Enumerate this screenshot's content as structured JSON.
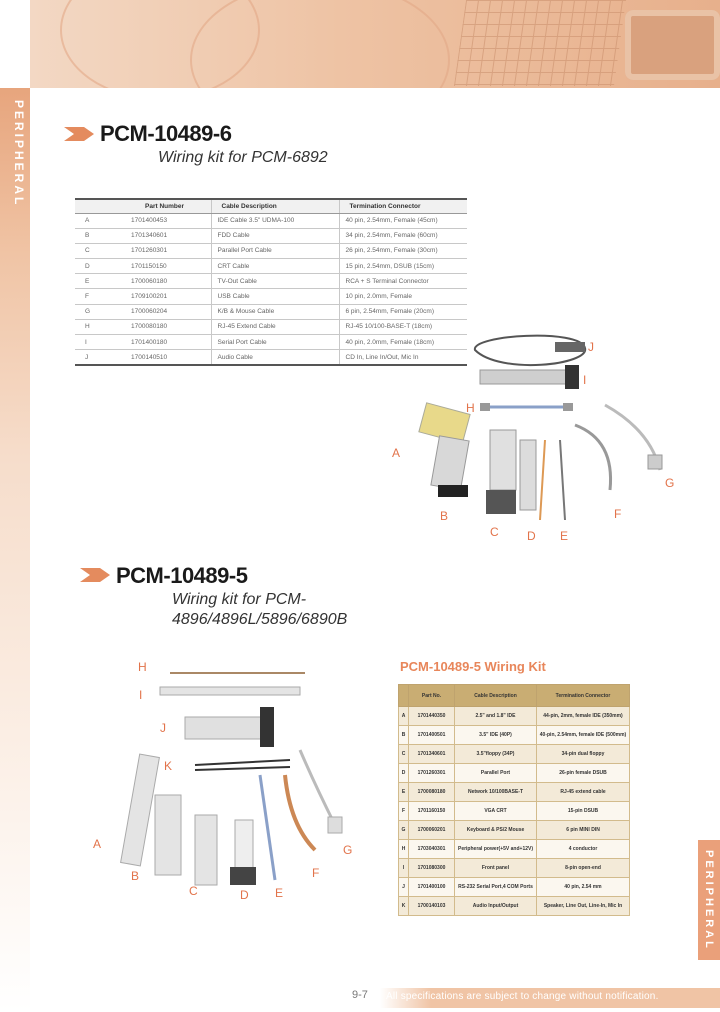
{
  "side_label": "PERIPHERAL",
  "section1": {
    "model": "PCM-10489-6",
    "subtitle": "Wiring kit for PCM-6892",
    "table_headers": [
      "Part Number",
      "Cable Description",
      "Termination Connector"
    ],
    "rows": [
      {
        "letter": "A",
        "part": "1701400453",
        "desc": "IDE Cable 3.5\" UDMA-100",
        "term": "40 pin, 2.54mm, Female (45cm)"
      },
      {
        "letter": "B",
        "part": "1701340601",
        "desc": "FDD Cable",
        "term": "34 pin, 2.54mm, Female (60cm)"
      },
      {
        "letter": "C",
        "part": "1701260301",
        "desc": "Parallel Port Cable",
        "term": "26 pin, 2.54mm, Female (30cm)"
      },
      {
        "letter": "D",
        "part": "1701150150",
        "desc": "CRT Cable",
        "term": "15 pin, 2.54mm, DSUB (15cm)"
      },
      {
        "letter": "E",
        "part": "1700060180",
        "desc": "TV-Out Cable",
        "term": "RCA + S Terminal Connector"
      },
      {
        "letter": "F",
        "part": "1709100201",
        "desc": "USB Cable",
        "term": "10 pin, 2.0mm, Female"
      },
      {
        "letter": "G",
        "part": "1700060204",
        "desc": "K/B & Mouse Cable",
        "term": "6 pin, 2.54mm, Female (20cm)"
      },
      {
        "letter": "H",
        "part": "1700080180",
        "desc": "RJ-45 Extend Cable",
        "term": "RJ-45 10/100-BASE-T (18cm)"
      },
      {
        "letter": "I",
        "part": "1701400180",
        "desc": "Serial Port Cable",
        "term": "40 pin, 2.0mm, Female (18cm)"
      },
      {
        "letter": "J",
        "part": "1700140510",
        "desc": "Audio Cable",
        "term": "CD In, Line In/Out, Mic In"
      }
    ],
    "callouts": [
      "J",
      "I",
      "H",
      "A",
      "G",
      "B",
      "F",
      "C",
      "D",
      "E"
    ]
  },
  "section2": {
    "model": "PCM-10489-5",
    "subtitle_line1": "Wiring kit for PCM-",
    "subtitle_line2": "4896/4896L/5896/6890B",
    "kit_heading": "PCM-10489-5 Wiring Kit",
    "table_headers": [
      "Part No.",
      "Cable Description",
      "Termination Connector"
    ],
    "rows": [
      {
        "letter": "A",
        "part": "1701440350",
        "desc": "2.5\" and 1.8\" IDE",
        "term": "44-pin, 2mm, female IDE (350mm)"
      },
      {
        "letter": "B",
        "part": "1701400501",
        "desc": "3.5\" IDE (40P)",
        "term": "40-pin, 2.54mm, female IDE (500mm)"
      },
      {
        "letter": "C",
        "part": "1701340601",
        "desc": "3.5\"floppy (34P)",
        "term": "34-pin dual floppy"
      },
      {
        "letter": "D",
        "part": "1701260301",
        "desc": "Parallel Port",
        "term": "26-pin female DSUB"
      },
      {
        "letter": "E",
        "part": "1700080180",
        "desc": "Network 10/100BASE-T",
        "term": "RJ-45 extend cable"
      },
      {
        "letter": "F",
        "part": "1701160150",
        "desc": "VGA CRT",
        "term": "15-pin DSUB"
      },
      {
        "letter": "G",
        "part": "1700060201",
        "desc": "Keyboard & PS/2 Mouse",
        "term": "6 pin MINI DIN"
      },
      {
        "letter": "H",
        "part": "1703040301",
        "desc": "Peripheral power(+5V and+12V)",
        "term": "4 conductor"
      },
      {
        "letter": "I",
        "part": "1701080300",
        "desc": "Front panel",
        "term": "8-pin open-end"
      },
      {
        "letter": "J",
        "part": "1701400100",
        "desc": "RS-232 Serial Port,4 COM Ports",
        "term": "40 pin, 2.54 mm"
      },
      {
        "letter": "K",
        "part": "1700140103",
        "desc": "Audio Input/Output",
        "term": "Speaker, Line Out, Line-In, Mic In"
      }
    ],
    "callouts": [
      "H",
      "I",
      "J",
      "K",
      "A",
      "G",
      "F",
      "B",
      "C",
      "D",
      "E"
    ]
  },
  "footer": {
    "page_number": "9-7",
    "disclaimer": "All specifications are subject to change without notification."
  },
  "colors": {
    "accent": "#e8865a",
    "tab": "#eaa07a",
    "table_gold": "#c9ad73"
  }
}
